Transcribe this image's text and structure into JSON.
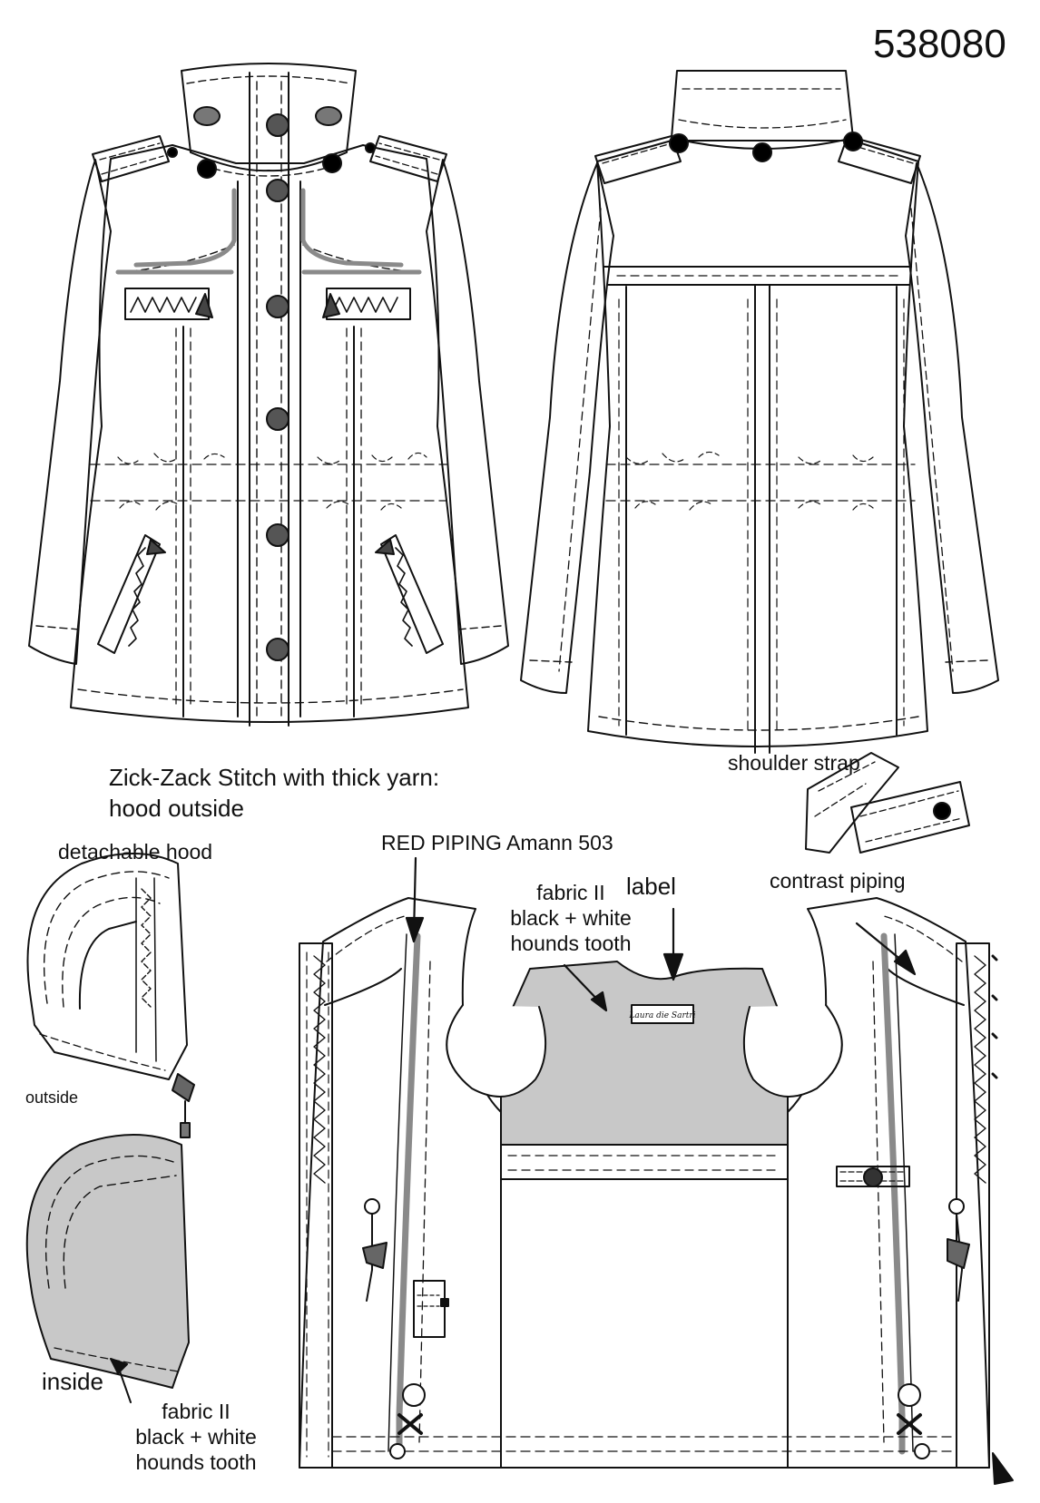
{
  "sheet": {
    "style_number": "538080",
    "colors": {
      "line": "#111111",
      "fabric_ii": "#c8c8c8",
      "piping": "#8a8a8a",
      "paper": "#ffffff"
    }
  },
  "labels": {
    "zigzag_line1": "Zick-Zack Stitch with thick yarn:",
    "zigzag_line2": "hood outside",
    "detachable_hood": "detachable hood",
    "outside": "outside",
    "inside": "inside",
    "red_piping": "RED PIPING Amann 503",
    "fabric_ii_top": [
      "fabric II",
      "black + white",
      "hounds tooth"
    ],
    "label": "label",
    "contrast_piping": "contrast piping",
    "shoulder_strap": "shoulder strap",
    "fabric_ii_bottom": [
      "fabric II",
      "black + white",
      "hounds tooth"
    ],
    "brand_label_text": "Laura die Sartri"
  },
  "icons": [
    "button-icon",
    "toggle-icon",
    "zipper-pull-icon",
    "drawcord-stopper-icon"
  ]
}
